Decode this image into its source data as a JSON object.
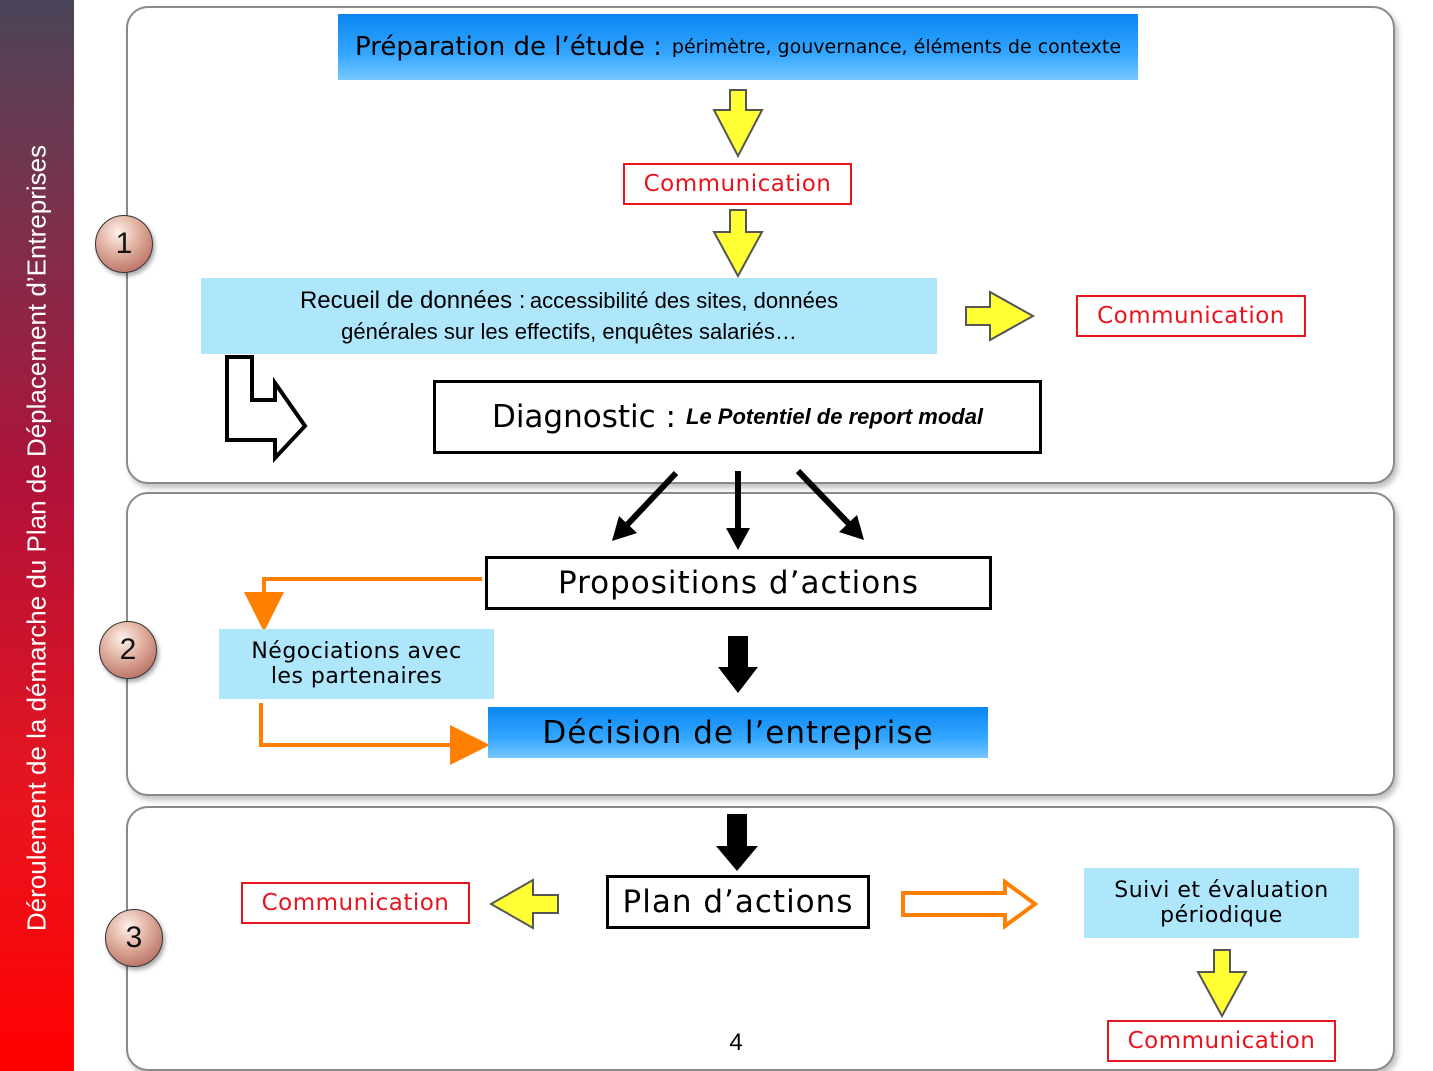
{
  "sidebar": {
    "title": "Déroulement de la démarche du Plan de Déplacement d’Entreprises"
  },
  "steps": {
    "one": "1",
    "two": "2",
    "three": "3"
  },
  "phase1": {
    "preparation": {
      "title": "Préparation de l’étude :",
      "detail": "périmètre, gouvernance, éléments de contexte"
    },
    "communication_top": "Communication",
    "recueil": {
      "title": "Recueil de données :",
      "detail_line1": "accessibilité des sites, données",
      "line2": "générales sur les effectifs, enquêtes salariés…"
    },
    "communication_right": "Communication",
    "diagnostic": {
      "title": "Diagnostic :",
      "detail": "Le Potentiel de report modal"
    }
  },
  "phase2": {
    "propositions": "Propositions d’actions",
    "negociations_line1": "Négociations avec",
    "negociations_line2": "les partenaires",
    "decision": "Décision de l’entreprise"
  },
  "phase3": {
    "plan": "Plan d’actions",
    "communication_left": "Communication",
    "suivi_line1": "Suivi et évaluation",
    "suivi_line2": "périodique",
    "communication_bottom": "Communication"
  },
  "page_number": "4",
  "colors": {
    "blue": "#0a86f2",
    "light_blue": "#aee6fb",
    "red": "#e8141e",
    "orange": "#ff7f00",
    "yellow": "#ffff33"
  }
}
